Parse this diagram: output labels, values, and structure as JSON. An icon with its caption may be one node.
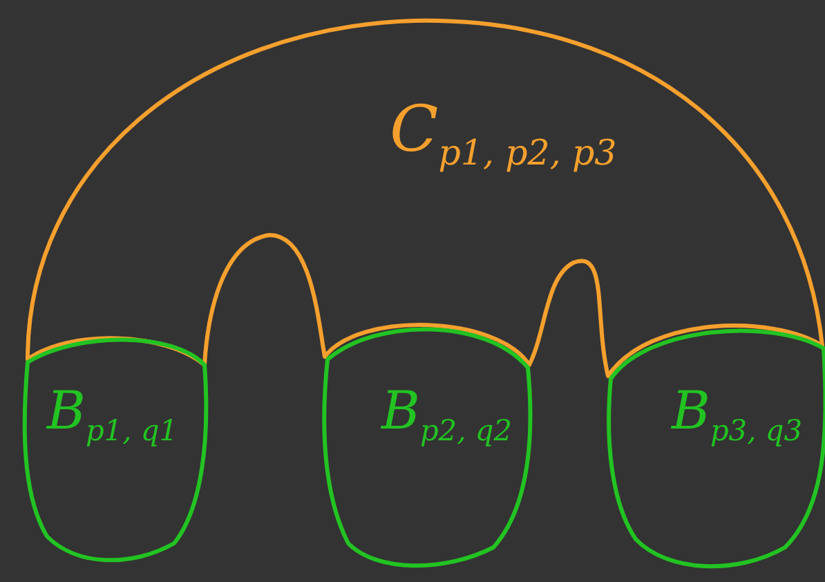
{
  "diagram": {
    "nodes": [
      {
        "text": [
          "C$_{p1, p2, p3}$"
        ]
      },
      {
        "text": [
          "B$_{p1, q1}$"
        ]
      },
      {
        "text": [
          "B$_{p2, q2}$"
        ]
      },
      {
        "text": [
          "B$_{p3, q3}$"
        ]
      }
    ]
  }
}
